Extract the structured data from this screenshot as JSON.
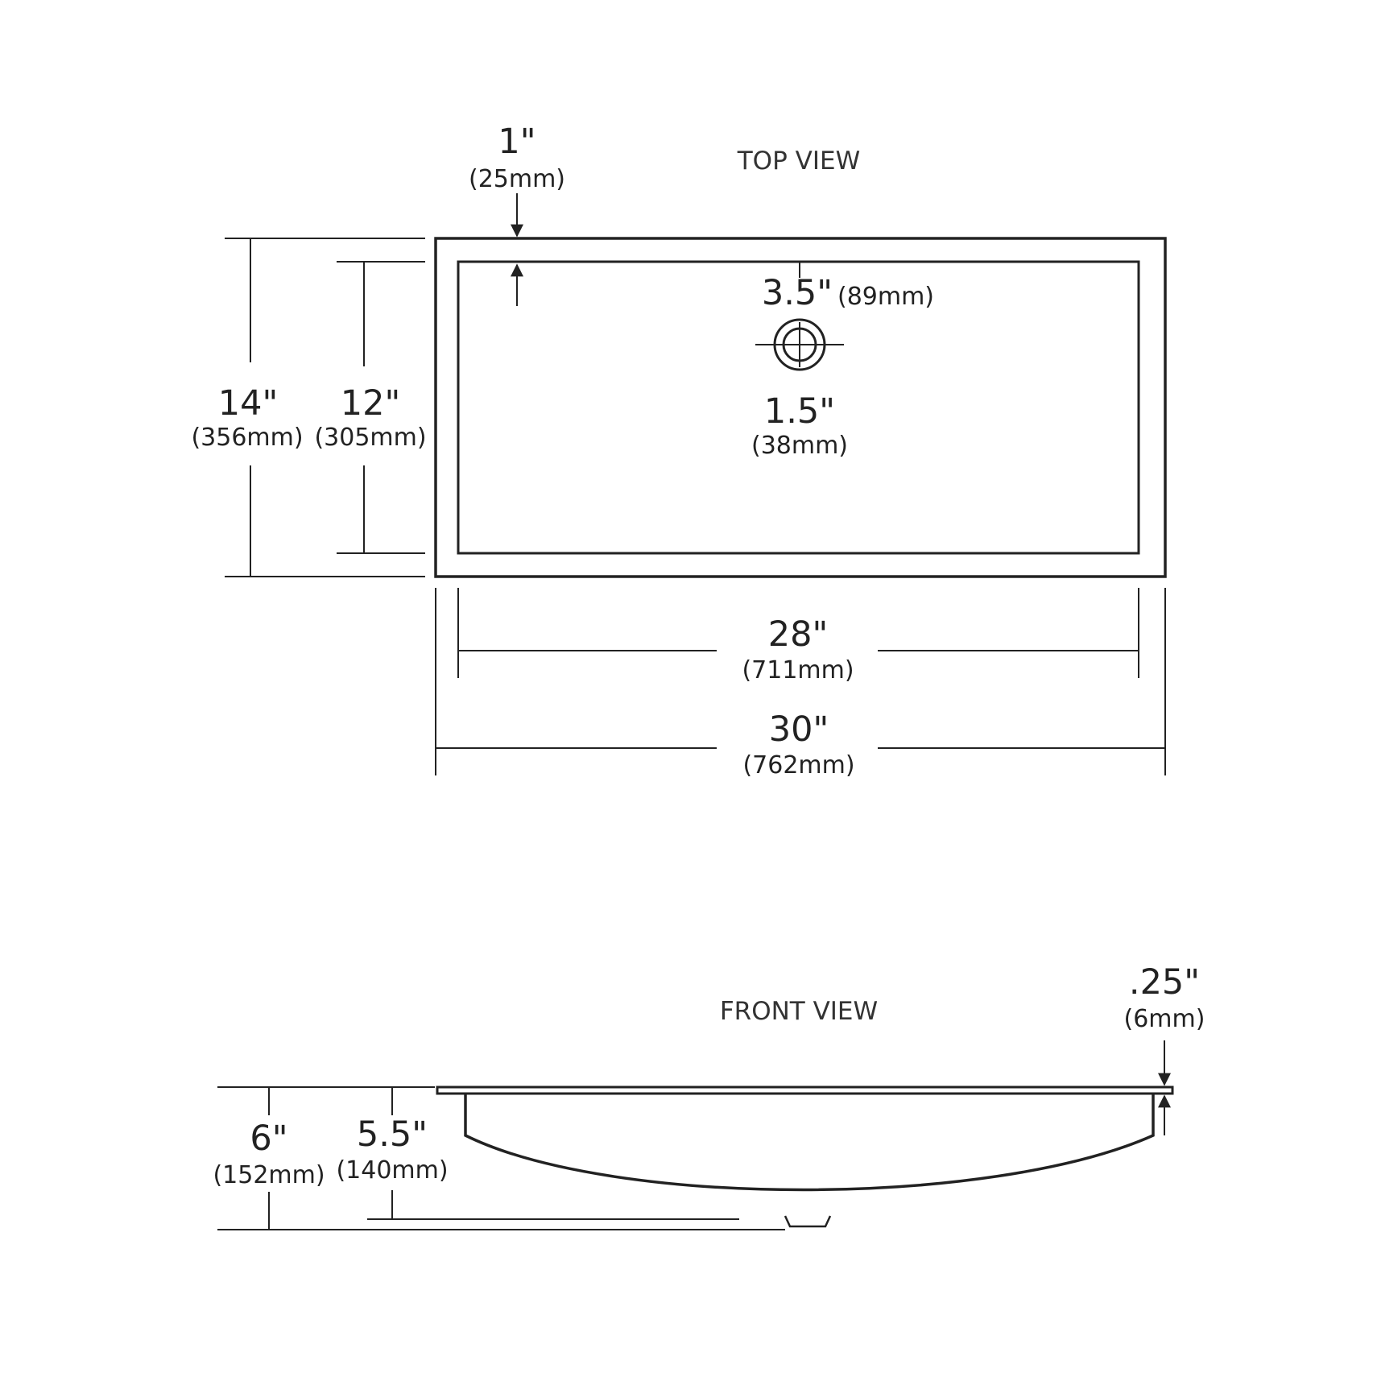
{
  "top_view": {
    "title": "TOP VIEW",
    "rim_width": {
      "in": "1\"",
      "mm": "(25mm)"
    },
    "drain_offset": {
      "in": "3.5\"",
      "mm": "(89mm)"
    },
    "drain_diameter": {
      "in": "1.5\"",
      "mm": "(38mm)"
    },
    "outer_depth": {
      "in": "14\"",
      "mm": "(356mm)"
    },
    "inner_depth": {
      "in": "12\"",
      "mm": "(305mm)"
    },
    "inner_length": {
      "in": "28\"",
      "mm": "(711mm)"
    },
    "outer_length": {
      "in": "30\"",
      "mm": "(762mm)"
    }
  },
  "front_view": {
    "title": "FRONT VIEW",
    "flange_thickness": {
      "in": ".25\"",
      "mm": "(6mm)"
    },
    "total_height": {
      "in": "6\"",
      "mm": "(152mm)"
    },
    "bowl_height": {
      "in": "5.5\"",
      "mm": "(140mm)"
    }
  },
  "colors": {
    "line": "#222222",
    "background": "#ffffff"
  }
}
